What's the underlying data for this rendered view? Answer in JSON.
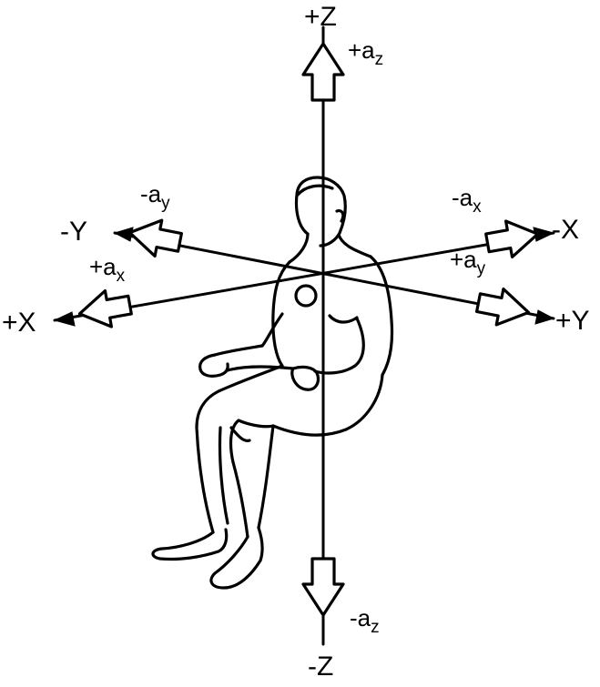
{
  "diagram": {
    "axes": {
      "pos_z": "+Z",
      "neg_z": "-Z",
      "pos_x": "+X",
      "neg_x": "-X",
      "pos_y": "+Y",
      "neg_y": "-Y"
    },
    "accelerations": {
      "pos_az": {
        "base": "+a",
        "sub": "z"
      },
      "neg_az": {
        "base": "-a",
        "sub": "z"
      },
      "pos_ax": {
        "base": "+a",
        "sub": "x"
      },
      "neg_ax": {
        "base": "-a",
        "sub": "x"
      },
      "pos_ay": {
        "base": "+a",
        "sub": "y"
      },
      "neg_ay": {
        "base": "-a",
        "sub": "y"
      }
    },
    "colors": {
      "ink": "#000000",
      "background": "#ffffff"
    }
  }
}
